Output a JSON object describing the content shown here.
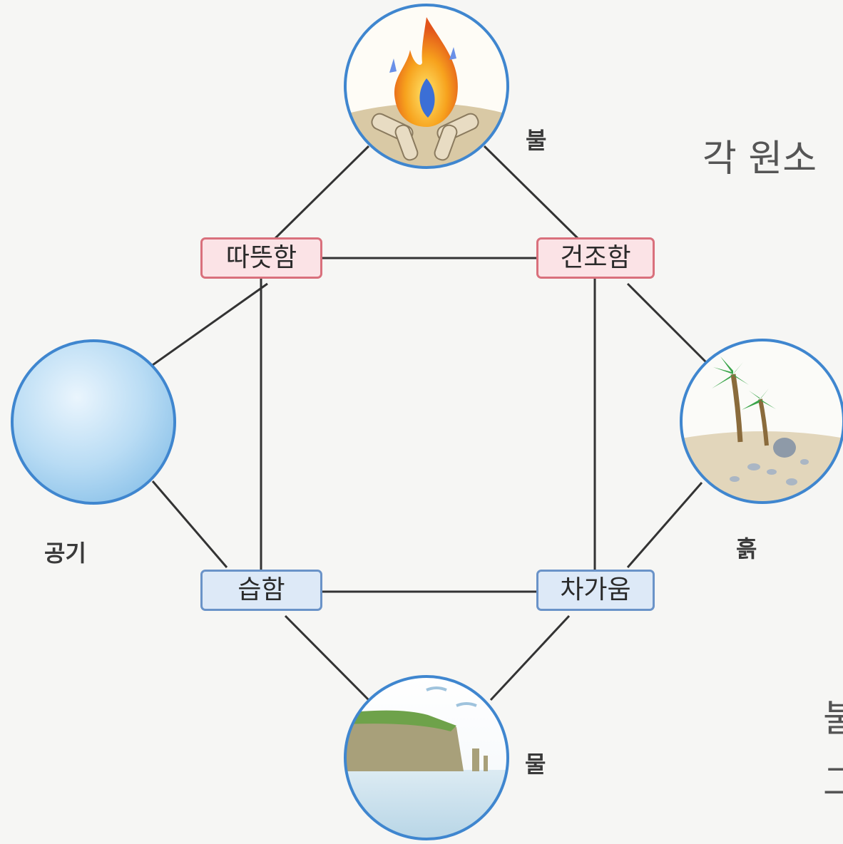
{
  "elements": {
    "fire": "불",
    "air": "공기",
    "earth": "흙",
    "water": "물"
  },
  "qualities": {
    "warm": "따뜻함",
    "dry": "건조함",
    "wet": "습함",
    "cold": "차가움"
  },
  "side_text": {
    "line1": "각 원소",
    "line2": "불",
    "line3": "그"
  },
  "colors": {
    "warm_box": "#fbe3e6",
    "warm_border": "#d9707c",
    "cold_box": "#dde9f7",
    "cold_border": "#6a93c8",
    "circle_border": "#3f86cf"
  }
}
